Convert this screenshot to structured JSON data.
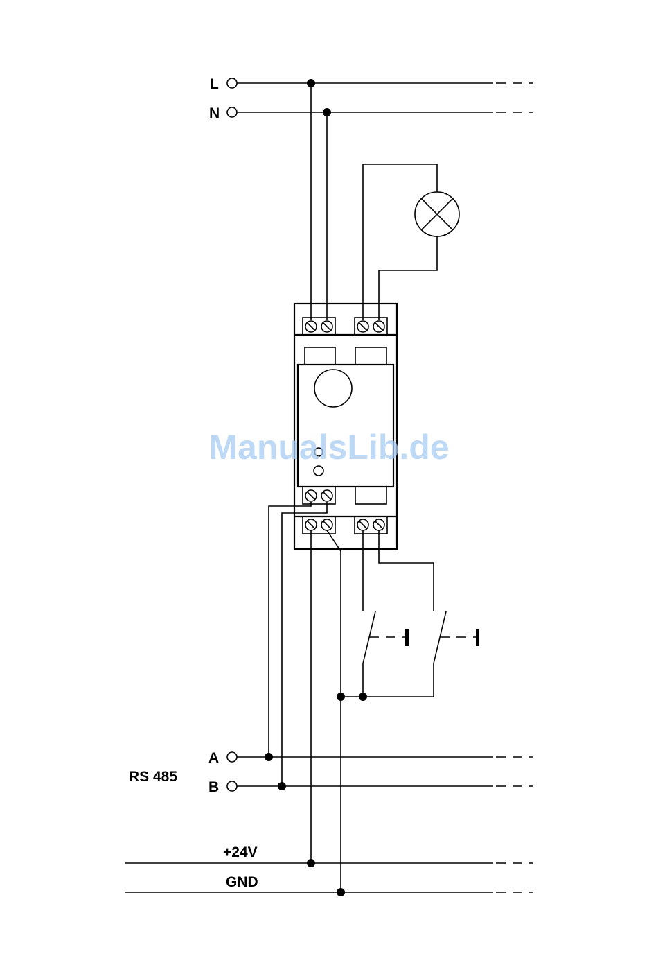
{
  "labels": {
    "L": "L",
    "N": "N",
    "A": "A",
    "B": "B",
    "rs485": "RS 485",
    "v24": "+24V",
    "gnd": "GND"
  },
  "watermark": "ManualsLib.de",
  "colors": {
    "line": "#000000",
    "watermark": "#a9cdf3",
    "background": "#ffffff"
  }
}
